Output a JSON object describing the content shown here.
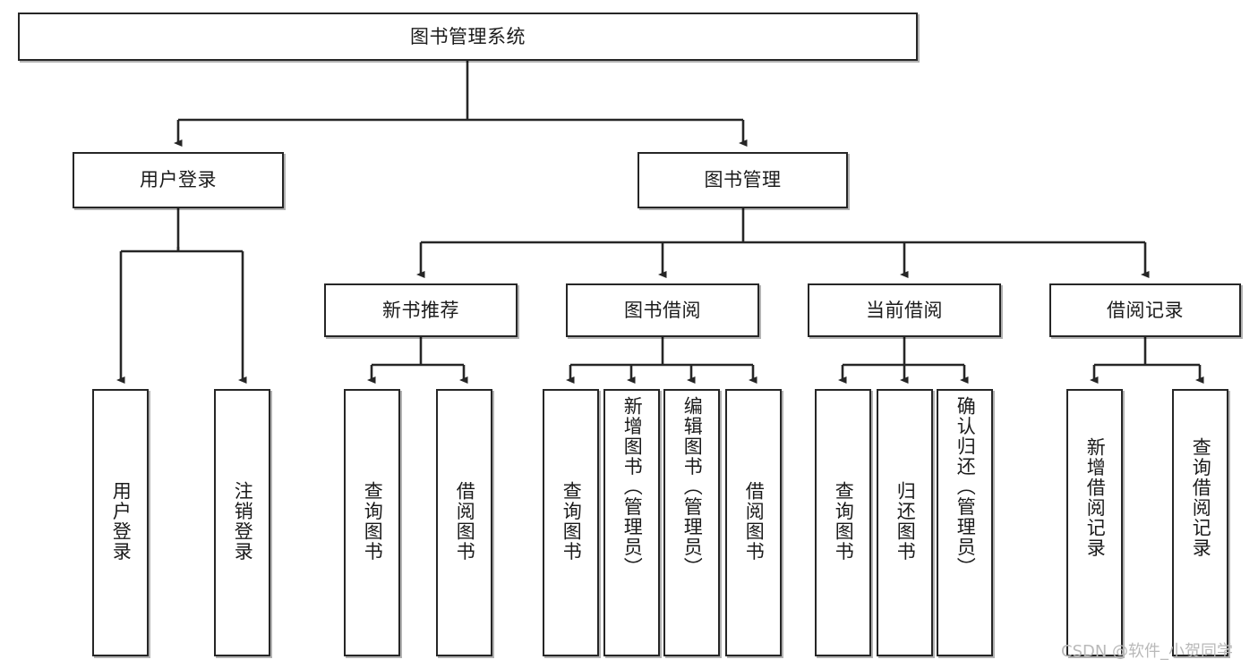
{
  "diagram": {
    "type": "tree-hierarchy",
    "title": "图书管理系统",
    "watermark": "CSDN @软件_小贺同学",
    "colors": {
      "box_border": "#262626",
      "box_fill": "#ffffff",
      "edge": "#262626",
      "text": "#1b1b1b",
      "watermark": "#b9b9b9",
      "background": "#ffffff"
    },
    "nodes": {
      "root": {
        "label": "图书管理系统",
        "orientation": "horizontal"
      },
      "level1": [
        {
          "id": "user-login",
          "label": "用户登录",
          "orientation": "horizontal"
        },
        {
          "id": "book-management",
          "label": "图书管理",
          "orientation": "horizontal"
        }
      ],
      "level2": [
        {
          "id": "new-book-recommend",
          "label": "新书推荐",
          "orientation": "horizontal"
        },
        {
          "id": "book-borrow",
          "label": "图书借阅",
          "orientation": "horizontal"
        },
        {
          "id": "current-borrow",
          "label": "当前借阅",
          "orientation": "horizontal"
        },
        {
          "id": "borrow-record",
          "label": "借阅记录",
          "orientation": "horizontal"
        }
      ],
      "leaves": [
        {
          "id": "leaf-user-login",
          "label": "用户登录",
          "parent": "user-login",
          "orientation": "vertical"
        },
        {
          "id": "leaf-user-logout",
          "label": "注销登录",
          "parent": "user-login",
          "orientation": "vertical"
        },
        {
          "id": "leaf-query-book-1",
          "label": "查询图书",
          "parent": "new-book-recommend",
          "orientation": "vertical"
        },
        {
          "id": "leaf-borrow-book-1",
          "label": "借阅图书",
          "parent": "new-book-recommend",
          "orientation": "vertical"
        },
        {
          "id": "leaf-query-book-2",
          "label": "查询图书",
          "parent": "book-borrow",
          "orientation": "vertical"
        },
        {
          "id": "leaf-add-book",
          "label": "新增图书（管理员）",
          "parent": "book-borrow",
          "orientation": "vertical"
        },
        {
          "id": "leaf-edit-book",
          "label": "编辑图书（管理员）",
          "parent": "book-borrow",
          "orientation": "vertical"
        },
        {
          "id": "leaf-borrow-book-2",
          "label": "借阅图书",
          "parent": "book-borrow",
          "orientation": "vertical"
        },
        {
          "id": "leaf-query-book-3",
          "label": "查询图书",
          "parent": "current-borrow",
          "orientation": "vertical"
        },
        {
          "id": "leaf-return-book",
          "label": "归还图书",
          "parent": "current-borrow",
          "orientation": "vertical"
        },
        {
          "id": "leaf-confirm-return",
          "label": "确认归还（管理员）",
          "parent": "current-borrow",
          "orientation": "vertical"
        },
        {
          "id": "leaf-add-record",
          "label": "新增借阅记录",
          "parent": "borrow-record",
          "orientation": "vertical"
        },
        {
          "id": "leaf-query-record",
          "label": "查询借阅记录",
          "parent": "borrow-record",
          "orientation": "vertical"
        }
      ]
    }
  }
}
